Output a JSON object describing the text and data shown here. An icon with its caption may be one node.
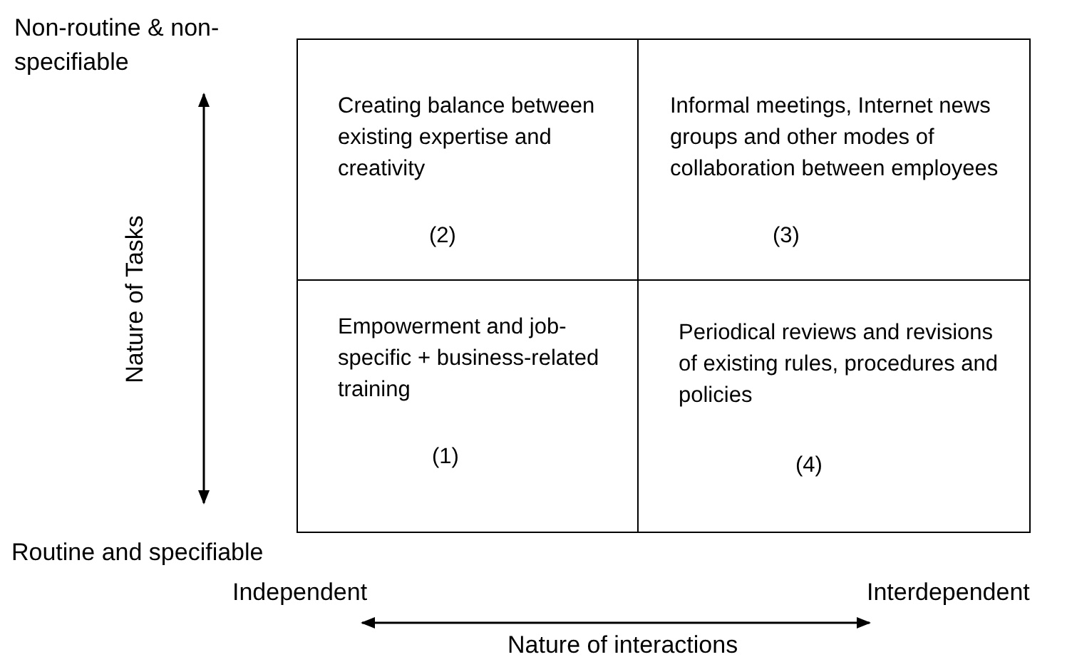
{
  "diagram": {
    "nodes": [
      {
        "text": [
          "Creating balance between existing expertise and creativity",
          "(2)"
        ]
      },
      {
        "text": [
          "Informal meetings, Internet news groups and other modes of collaboration between employees",
          "(3)"
        ]
      },
      {
        "text": [
          "Empowerment and job-specific + business-related training",
          "(1)"
        ]
      },
      {
        "text": [
          "Periodical reviews and revisions of existing rules, procedures and policies",
          "(4)"
        ]
      }
    ],
    "labels": [
      "Non-routine & non-specifiable",
      "Nature of Tasks",
      "Routine and specifiable",
      "Independent",
      "Interdependent",
      "Nature of interactions"
    ]
  }
}
